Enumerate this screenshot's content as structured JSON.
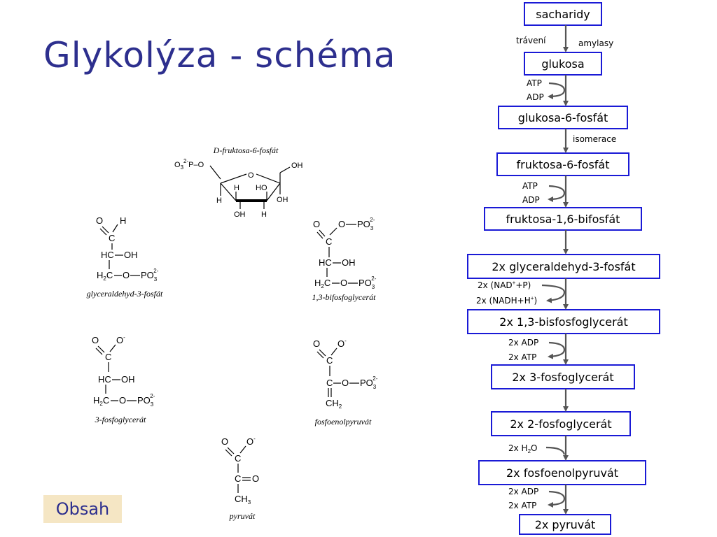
{
  "title": "Glykolýza - schéma",
  "nav": {
    "obsah": "Obsah"
  },
  "pathway": {
    "steps": [
      "sacharidy",
      "glukosa",
      "glukosa-6-fosfát",
      "fruktosa-6-fosfát",
      "fruktosa-1,6-bifosfát",
      "2x glyceraldehyd-3-fosfát",
      "2x 1,3-bisfosfoglycerát",
      "2x 3-fosfoglycerát",
      "2x 2-fosfoglycerát",
      "2x fosfoenolpyruvát",
      "2x pyruvát"
    ],
    "labels": {
      "traveni": "trávení",
      "amylasy": "amylasy",
      "atp": "ATP",
      "adp": "ADP",
      "isomerace": "isomerace",
      "nad_pre": "2x (NAD",
      "nad_post": "+P)",
      "nadh_pre": "2x (NADH+H",
      "nadh_post": ")",
      "plus": "+",
      "adp2": "2x ADP",
      "atp2": "2x ATP",
      "h2o_pre": "2x H",
      "h2o_sub": "2",
      "h2o_post": "O"
    }
  },
  "structures": {
    "fructose": {
      "caption": "D-fruktosa-6-fosfát",
      "o3": "O",
      "o3sub": "3",
      "o3sup": "2-",
      "pO": "P–O",
      "ringO": "O",
      "oh_top": "OH",
      "h_left": "H",
      "ho_in": "HO",
      "h_in": "H",
      "oh_right": "OH",
      "oh_bottom": "OH",
      "h_bottom": "H"
    },
    "gap": {
      "caption": "glyceraldehyd-3-fosfát",
      "o": "O",
      "h": "H",
      "c": "C",
      "hc": "HC",
      "oh": "OH",
      "h2": "H",
      "h2sub": "2",
      "c_o": "C",
      "o2": "O",
      "po": "PO",
      "posub": "3",
      "posup": "2-"
    },
    "bpg": {
      "caption": "1,3-bifosfoglycerát",
      "o": "O",
      "o_top": "O",
      "po_top": "PO",
      "po_top_sub": "3",
      "po_top_sup": "2-",
      "c": "C",
      "hc": "HC",
      "oh": "OH",
      "h2": "H",
      "h2sub": "2",
      "c_o": "C",
      "o2": "O",
      "po": "PO",
      "posub": "3",
      "posup": "2-"
    },
    "pg3": {
      "caption": "3-fosfoglycerát",
      "o": "O",
      "ominus": "O",
      "minus": "-",
      "c": "C",
      "hc": "HC",
      "oh": "OH",
      "h2": "H",
      "h2sub": "2",
      "c_o": "C",
      "o2": "O",
      "po": "PO",
      "posub": "3",
      "posup": "2-"
    },
    "pep": {
      "caption": "fosfoenolpyruvát",
      "o": "O",
      "ominus": "O",
      "minus": "-",
      "c": "C",
      "c2": "C",
      "o2": "O",
      "po": "PO",
      "posub": "3",
      "posup": "2-",
      "ch2": "CH",
      "ch2sub": "2"
    },
    "pyr": {
      "caption": "pyruvát",
      "o": "O",
      "ominus": "O",
      "minus": "-",
      "c": "C",
      "c2": "C",
      "o2": "O",
      "ch3": "CH",
      "ch3sub": "3"
    }
  }
}
